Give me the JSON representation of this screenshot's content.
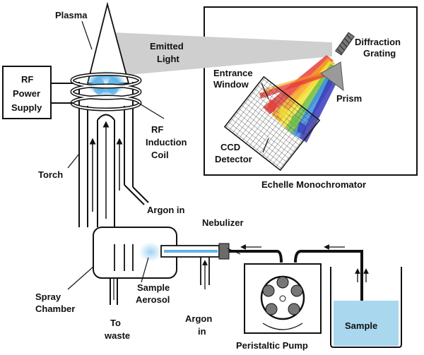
{
  "labels": {
    "plasma": "Plasma",
    "emitted_light": [
      "Emitted",
      "Light"
    ],
    "diffraction_grating": [
      "Diffraction",
      "Grating"
    ],
    "entrance_window": [
      "Entrance",
      "Window"
    ],
    "prism": "Prism",
    "ccd_detector": [
      "CCD",
      "Detector"
    ],
    "echelle_monochromator": "Echelle Monochromator",
    "rf_power_supply": [
      "RF",
      "Power",
      "Supply"
    ],
    "rf_induction_coil": [
      "RF",
      "Induction",
      "Coil"
    ],
    "torch": "Torch",
    "argon_in_top": "Argon in",
    "nebulizer": "Nebulizer",
    "spray_chamber": [
      "Spray",
      "Chamber"
    ],
    "sample_aerosol": [
      "Sample",
      "Aerosol"
    ],
    "to_waste": [
      "To",
      "waste"
    ],
    "argon_in_bottom": [
      "Argon",
      "in"
    ],
    "peristaltic_pump": "Peristaltic Pump",
    "sample": "Sample"
  },
  "colors": {
    "sample_liquid": "#a9d8ee",
    "light_beam": "#c8c8c8",
    "plasma_glow": "#5fb4e8",
    "nebulizer_cap": "#6b6b6b",
    "spectrum": [
      "#e8403a",
      "#f5a623",
      "#f5e23a",
      "#6cc04a",
      "#3a8ee8",
      "#3a3ab8"
    ]
  }
}
